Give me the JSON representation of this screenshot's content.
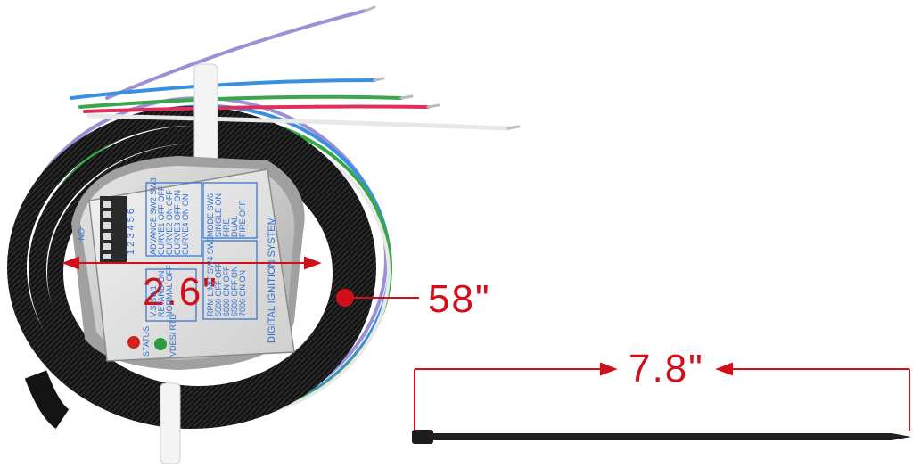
{
  "dimensions": {
    "module_width": "2.6\"",
    "cable_length": "58\"",
    "cable_tie_length": "7.8\""
  },
  "panel": {
    "on_label": "-ON-",
    "switch_numbers": "1 2 3 4 5 6",
    "advance_table": [
      "ADVANCE SW2 SW3",
      "CURVE1 OFF OFF",
      "CURVE2 ON OFF",
      "CURVE3 OFF ON",
      "CURVE4 ON ON"
    ],
    "mode_table": [
      "MODE SW6",
      "SINGLE ON",
      "FIRE",
      "DUAL",
      "FIRE OFF"
    ],
    "rpm_table": [
      "RPM LIMIT SW4 SW5",
      "5500 OFF OFF",
      "6000 ON OFF",
      "6500 OFF ON",
      "7000 ON ON"
    ],
    "vs_table": [
      "V.S SW1",
      "RETARD ON",
      "NORMAL OFF"
    ],
    "status_label": "STATUS",
    "vdes_label": "VDES/ RTD",
    "brand_text": "DIGITAL IGNITION SYSTEM"
  },
  "colors": {
    "dimension_red": "#d10f1a",
    "panel_text_blue": "#2f6fd1",
    "wire_purple": "#9b8fd6",
    "wire_blue": "#3a8fe0",
    "wire_green": "#3aa64a",
    "wire_red": "#e0305a",
    "wire_white": "#e8e8e8",
    "cable_black": "#1a1a1a"
  }
}
